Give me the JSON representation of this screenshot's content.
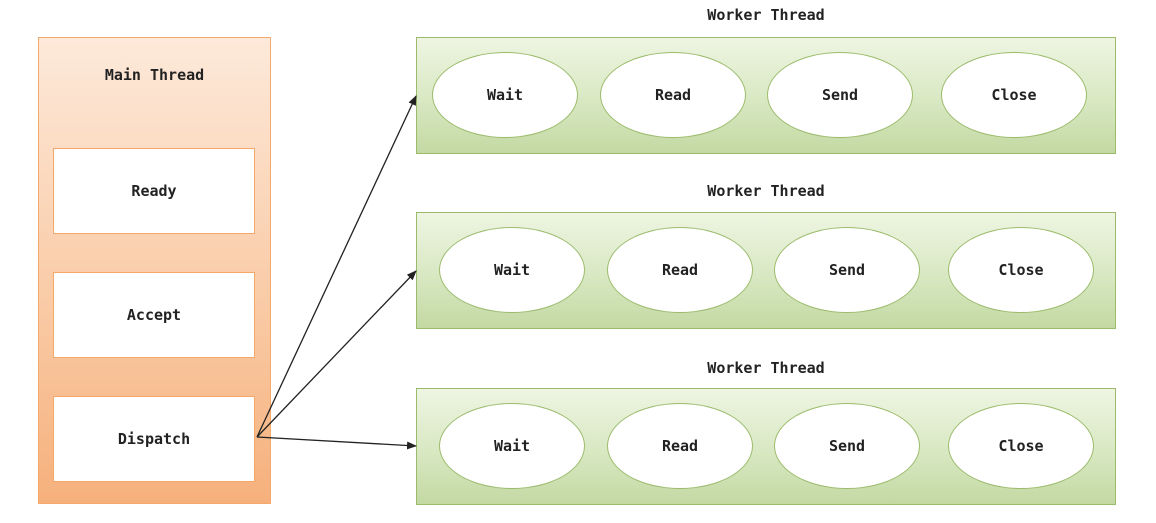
{
  "main_thread": {
    "title": "Main Thread",
    "steps": [
      "Ready",
      "Accept",
      "Dispatch"
    ]
  },
  "workers": [
    {
      "title": "Worker Thread",
      "states": [
        "Wait",
        "Read",
        "Send",
        "Close"
      ]
    },
    {
      "title": "Worker Thread",
      "states": [
        "Wait",
        "Read",
        "Send",
        "Close"
      ]
    },
    {
      "title": "Worker Thread",
      "states": [
        "Wait",
        "Read",
        "Send",
        "Close"
      ]
    }
  ],
  "colors": {
    "main_border": "#f4a96b",
    "main_fill": "#f9c9a3",
    "worker_border": "#9bbb6b",
    "worker_fill": "#d8e8c2",
    "arrow": "#222222"
  }
}
